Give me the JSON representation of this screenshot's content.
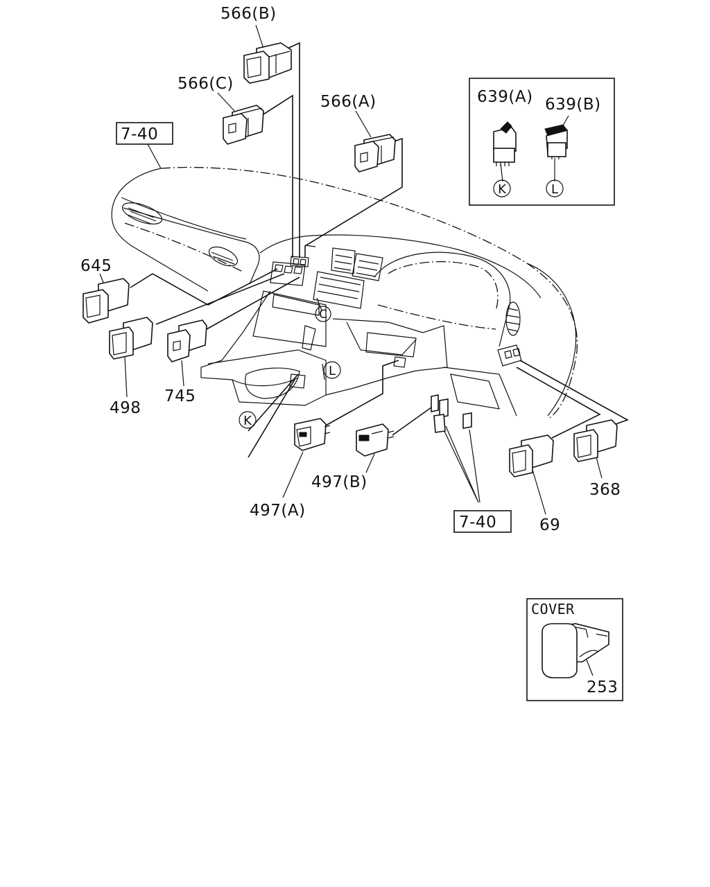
{
  "labels": {
    "p566b": "566(B)",
    "p566c": "566(C)",
    "p566a": "566(A)",
    "ref740_top": "7-40",
    "ref740_bottom": "7-40",
    "p645": "645",
    "p498": "498",
    "p745": "745",
    "p497a": "497(A)",
    "p497b": "497(B)",
    "p69": "69",
    "p368": "368",
    "p639a": "639(A)",
    "p639b": "639(B)",
    "p253": "253",
    "cover": "COVER"
  },
  "markers": {
    "k_main": "K",
    "l_main": "L",
    "c_main": "C",
    "k_inset": "K",
    "l_inset": "L"
  }
}
